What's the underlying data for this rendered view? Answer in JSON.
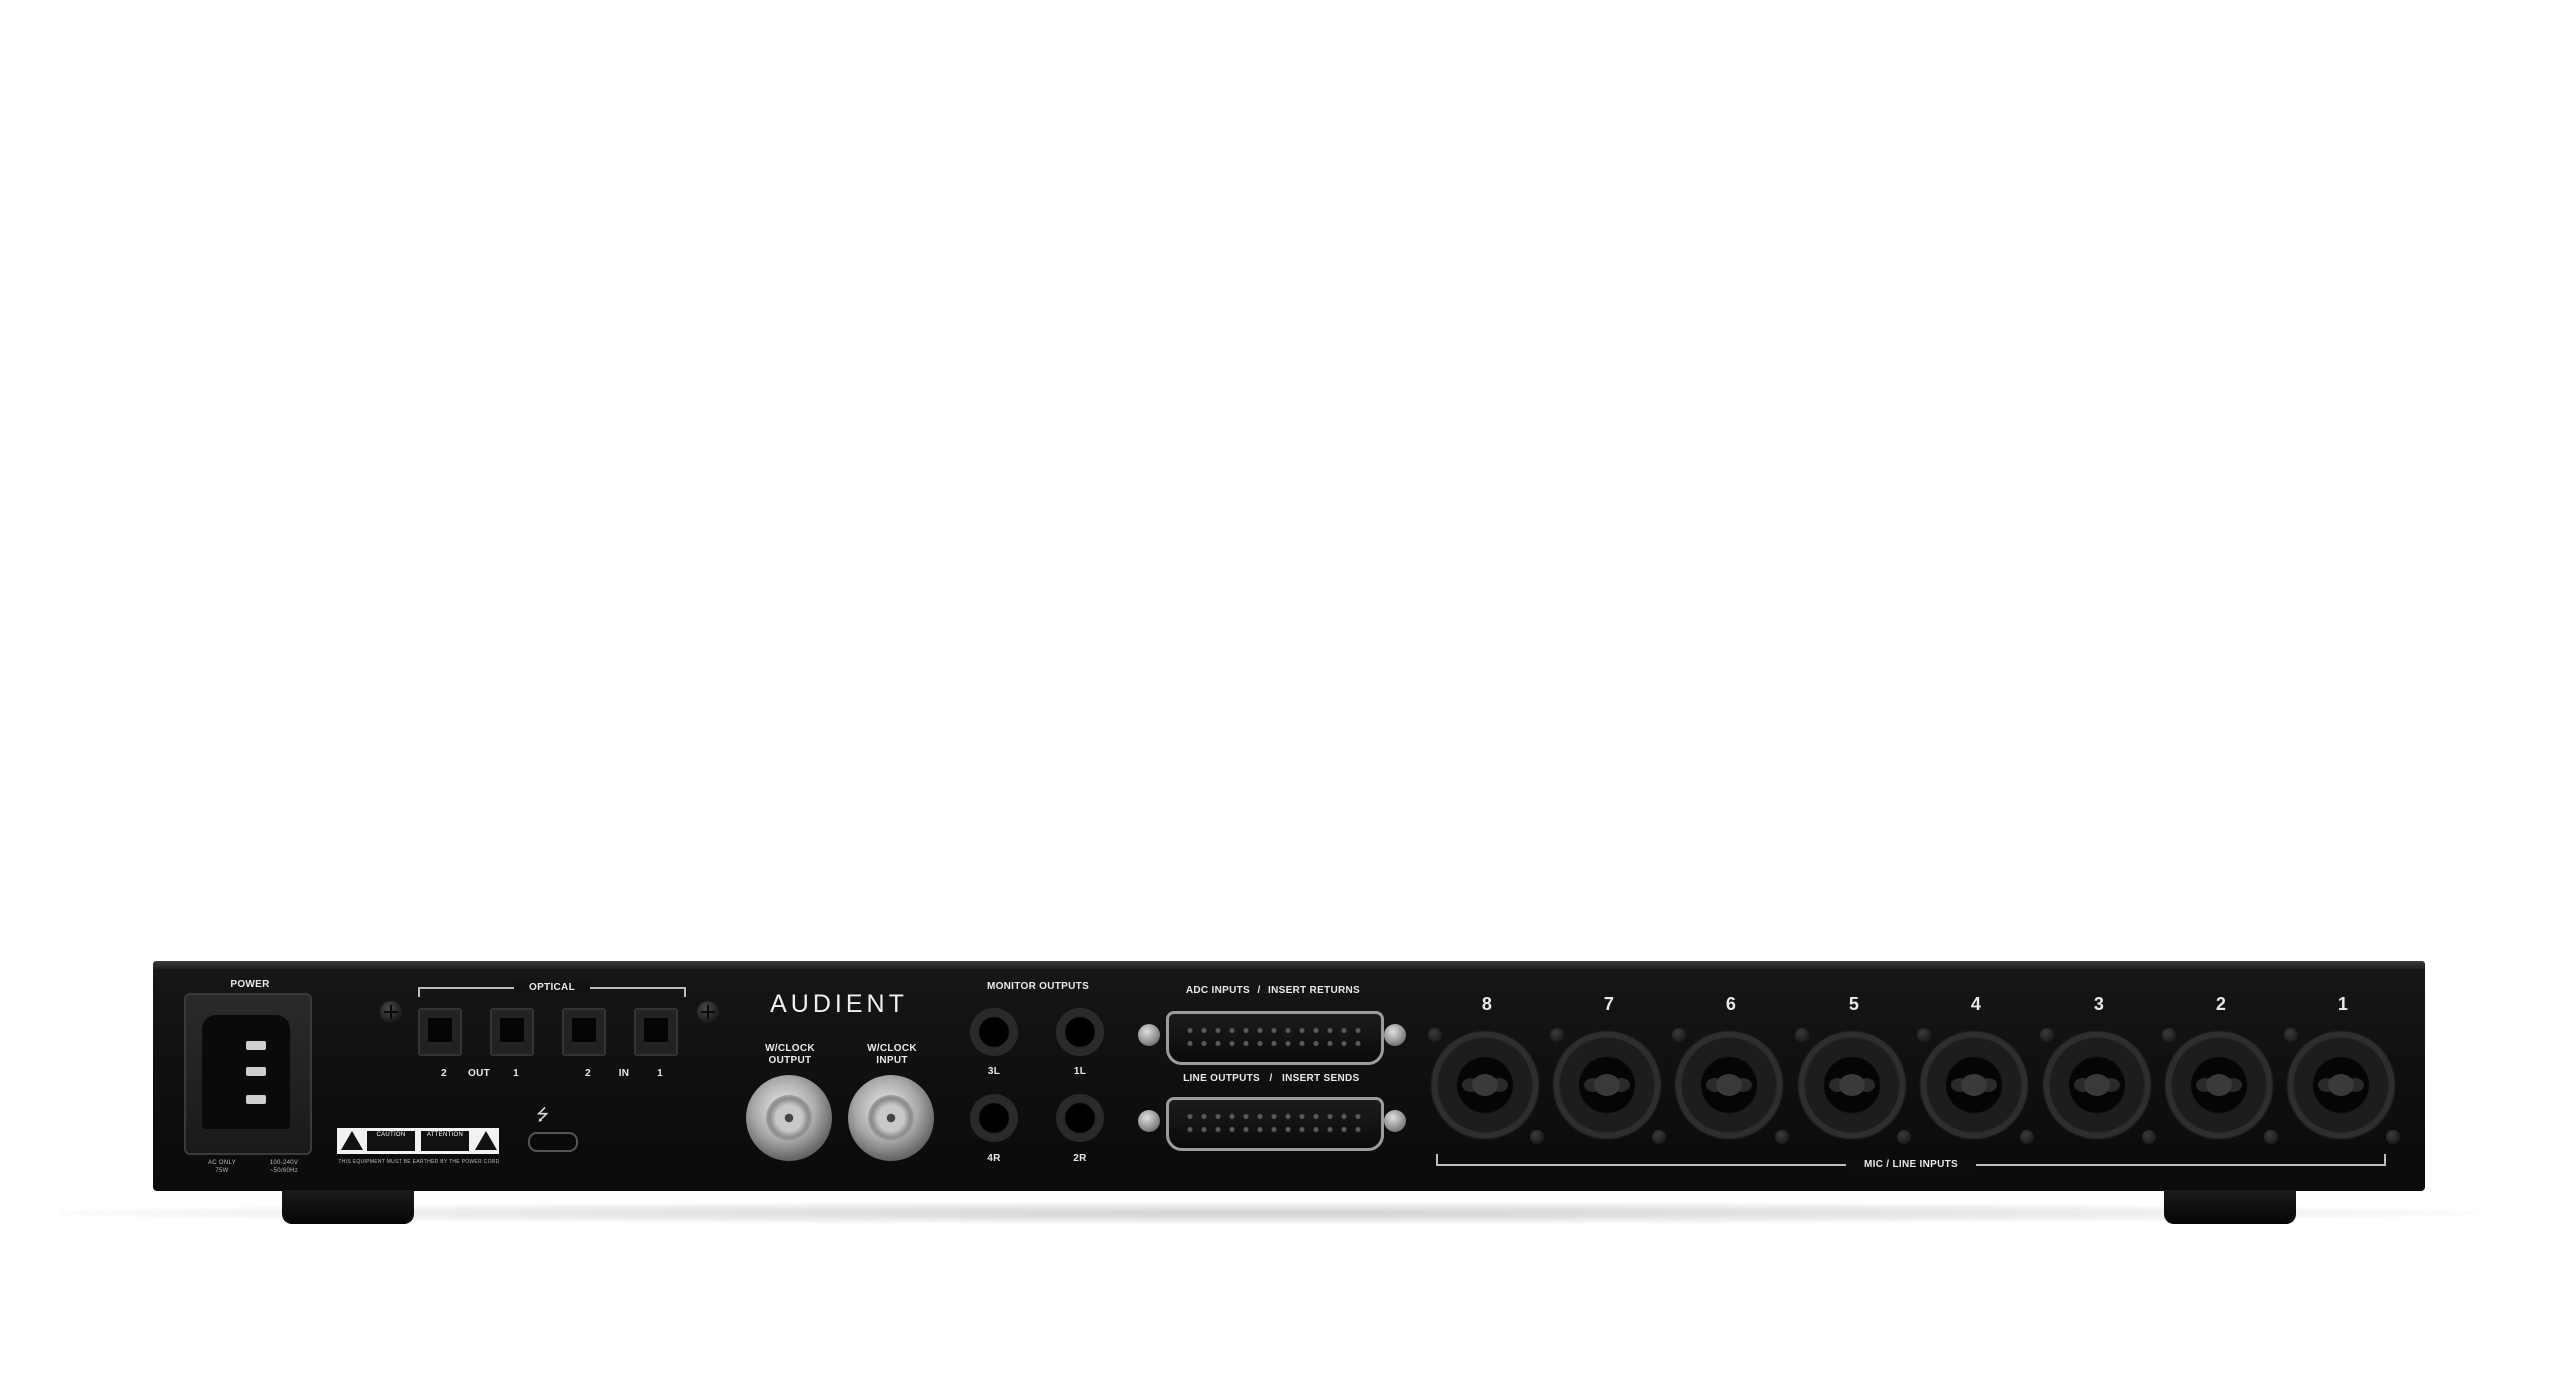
{
  "device": {
    "brand": "AUDIENT",
    "power_label": "POWER",
    "power_specs": {
      "left_line1": "AC ONLY",
      "left_line2": "75W",
      "right_line1": "100-240V",
      "right_line2": "~50/60Hz"
    },
    "earth_warning": "THIS EQUIPMENT MUST BE EARTHED BY THE POWER CORD",
    "warning_label": {
      "caution": "CAUTION",
      "attention": "ATTENTION"
    },
    "optical": {
      "title": "OPTICAL",
      "port_labels": [
        "2",
        "OUT",
        "1",
        "2",
        "IN",
        "1"
      ]
    },
    "usb_icon": "usb-icon",
    "wordclock": {
      "output_line1": "W/CLOCK",
      "output_line2": "OUTPUT",
      "input_line1": "W/CLOCK",
      "input_line2": "INPUT"
    },
    "monitor_outputs": {
      "title": "MONITOR OUTPUTS",
      "labels": [
        "3L",
        "1L",
        "4R",
        "2R"
      ]
    },
    "dsub": {
      "top_label_a": "ADC INPUTS",
      "top_label_b": "INSERT RETURNS",
      "bottom_label_a": "LINE OUTPUTS",
      "bottom_label_b": "INSERT SENDS",
      "separator": "/"
    },
    "mic_inputs": {
      "numbers": [
        "8",
        "7",
        "6",
        "5",
        "4",
        "3",
        "2",
        "1"
      ],
      "label": "MIC / LINE INPUTS"
    }
  }
}
